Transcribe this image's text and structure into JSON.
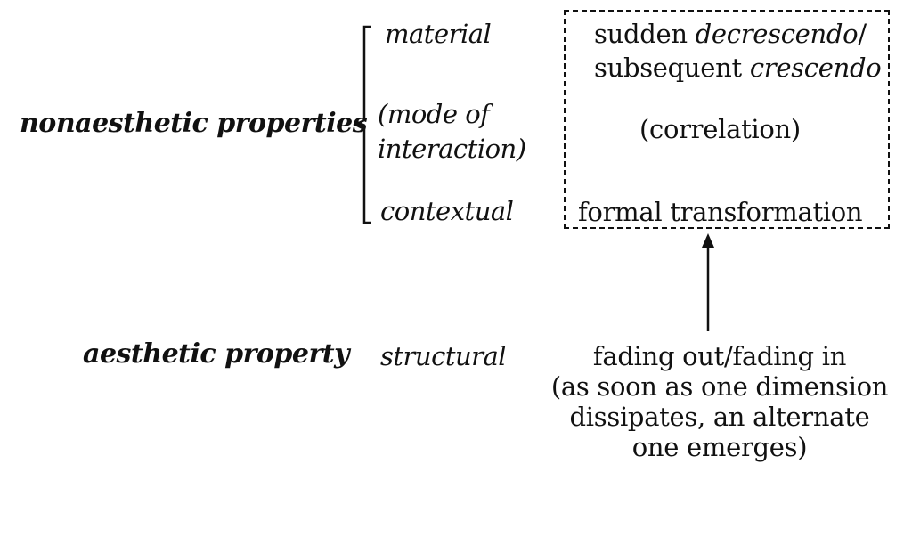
{
  "left_labels": {
    "nonaesthetic": "nonaesthetic properties",
    "aesthetic": "aesthetic property"
  },
  "middle_labels": {
    "material": "material",
    "mode_line1": "(mode of",
    "mode_line2": "interaction)",
    "contextual": "contextual",
    "structural": "structural"
  },
  "box": {
    "line1_a": "sudden ",
    "line1_b": "decrescendo",
    "line1_c": "/",
    "line2_a": "subsequent ",
    "line2_b": "crescendo",
    "correlation": "(correlation)",
    "formal": "formal transformation"
  },
  "bottom_text": {
    "line1": "fading out/fading in",
    "line2": "(as soon as one dimension",
    "line3": "dissipates, an alternate",
    "line4": "one emerges)"
  }
}
